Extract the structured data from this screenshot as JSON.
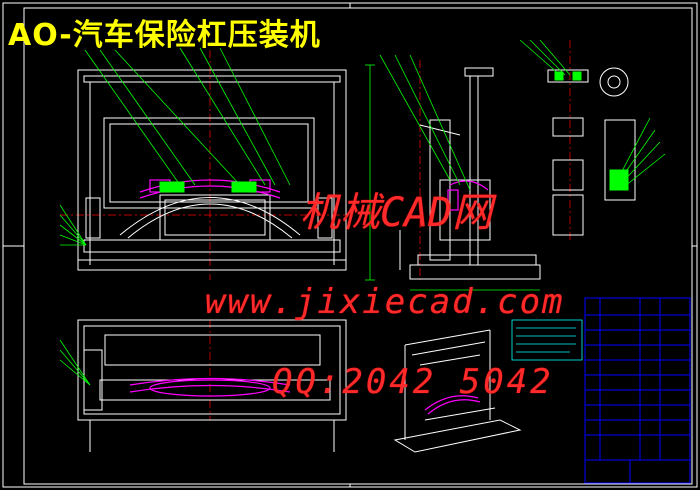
{
  "drawing": {
    "title": "AO-汽车保险杠压装机",
    "colors": {
      "background": "#000000",
      "title": "#ffff00",
      "frame": "#ffffff",
      "leader": "#00ff00",
      "part": "#ff00ff",
      "centerline": "#ff0000",
      "table": "#0000ff",
      "note": "#00ffff",
      "watermark": "#ff2a2a"
    }
  },
  "watermark": {
    "site_name": "机械CAD网",
    "url": "www.jixiecad.com",
    "qq": "QQ:2042 5042"
  }
}
